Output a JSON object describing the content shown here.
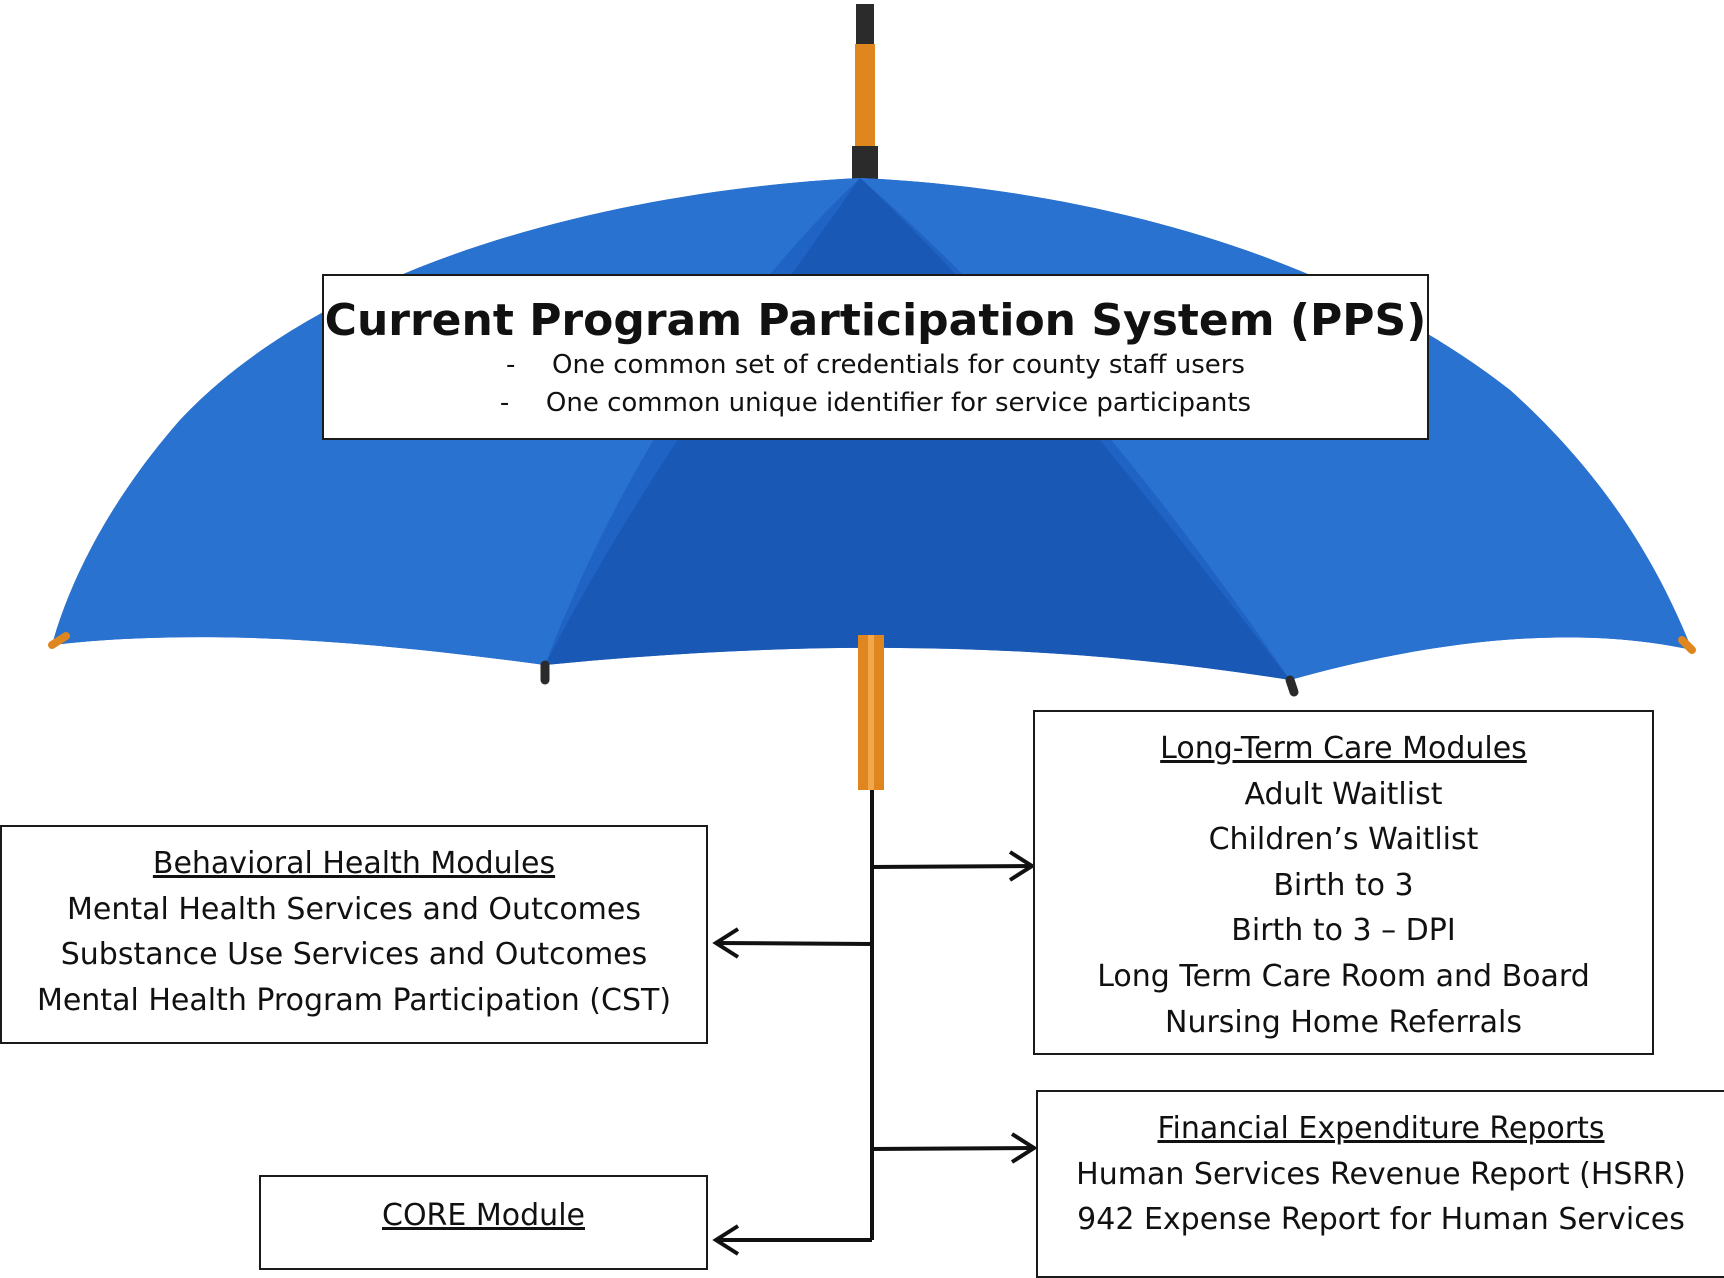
{
  "colors": {
    "canopy": "#1f63c4",
    "canopy_light": "#2e7ad6",
    "canopy_dark": "#1552a8",
    "shaft": "#e0861f",
    "tip": "#2b2b2b",
    "connector": "#111111"
  },
  "pps": {
    "title": "Current Program Participation System (PPS)",
    "bullet_marker": "-",
    "bullets": [
      "One common set of credentials for county staff users",
      "One common unique identifier for service participants"
    ]
  },
  "long_term_care": {
    "heading": "Long-Term Care Modules",
    "items": [
      "Adult Waitlist",
      "Children’s Waitlist",
      "Birth to 3",
      "Birth to 3 – DPI",
      "Long Term Care Room and Board",
      "Nursing Home Referrals"
    ]
  },
  "behavioral_health": {
    "heading": "Behavioral Health Modules",
    "items": [
      "Mental Health Services and Outcomes",
      "Substance Use Services and Outcomes",
      "Mental Health Program Participation (CST)"
    ]
  },
  "financial": {
    "heading": "Financial Expenditure Reports",
    "items": [
      "Human Services Revenue Report (HSRR)",
      "942 Expense Report for Human Services"
    ]
  },
  "core": {
    "heading": "CORE Module"
  }
}
